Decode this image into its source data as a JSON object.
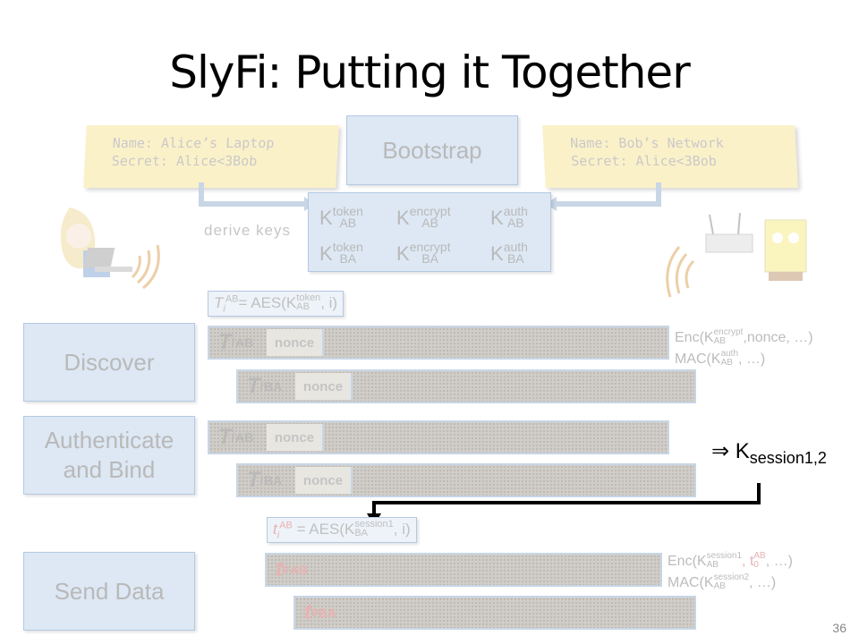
{
  "slide": {
    "title": "SlyFi: Putting it Together",
    "page_number": "36"
  },
  "alice_note": {
    "name_line": "Name: Alice’s Laptop",
    "secret_line": "Secret: Alice<3Bob"
  },
  "bob_note": {
    "name_line": "Name: Bob’s Network",
    "secret_line": "Secret: Alice<3Bob"
  },
  "bootstrap_label": "Bootstrap",
  "derive_keys_label": "derive keys",
  "keys": {
    "k": "K",
    "token": "token",
    "encrypt": "encrypt",
    "auth": "auth",
    "ab": "AB",
    "ba": "BA"
  },
  "steps": {
    "discover": "Discover",
    "authenticate_line1": "Authenticate",
    "authenticate_line2": "and Bind",
    "send_data": "Send Data"
  },
  "formula_discover": {
    "var": "T",
    "sub": "i",
    "sup": "AB",
    "eq": "= AES(K",
    "key_sup": "token",
    "key_sub": "AB",
    "rest": ", i)"
  },
  "formula_send": {
    "var": "t",
    "sub": "i",
    "sup": "AB",
    "eq": " = AES(K",
    "key_sup": "session1",
    "key_sub": "BA",
    "rest": ", i)"
  },
  "packets": {
    "nonce": "nonce",
    "T": "T",
    "t": "t",
    "i": "i",
    "zero": "0",
    "ab": "AB",
    "ba": "BA"
  },
  "enc_note_discover": {
    "enc": "Enc(K",
    "enc_sup": "encrypt",
    "enc_sub": "AB",
    "enc_rest": ",nonce, …)",
    "mac": "MAC(K",
    "mac_sup": "auth",
    "mac_sub": "AB",
    "mac_rest": ", …)"
  },
  "enc_note_send": {
    "enc": "Enc(K",
    "enc_sup": "session1",
    "enc_sub": "AB",
    "enc_mid": ", t",
    "enc_t_sub": "0",
    "enc_t_sup": "AB",
    "enc_rest": ", …)",
    "mac": "MAC(K",
    "mac_sup": "session2",
    "mac_sub": "AB",
    "mac_rest": ", …)"
  },
  "session_key": {
    "arrow": "⇒",
    "k": "K",
    "sub": "session1,2"
  },
  "colors": {
    "note_bg": "#fbf1c9",
    "box_bg": "#dde8f4",
    "box_border": "#b4c9e2",
    "bar_fill": "#d0cdc8",
    "arrow": "#000000"
  }
}
